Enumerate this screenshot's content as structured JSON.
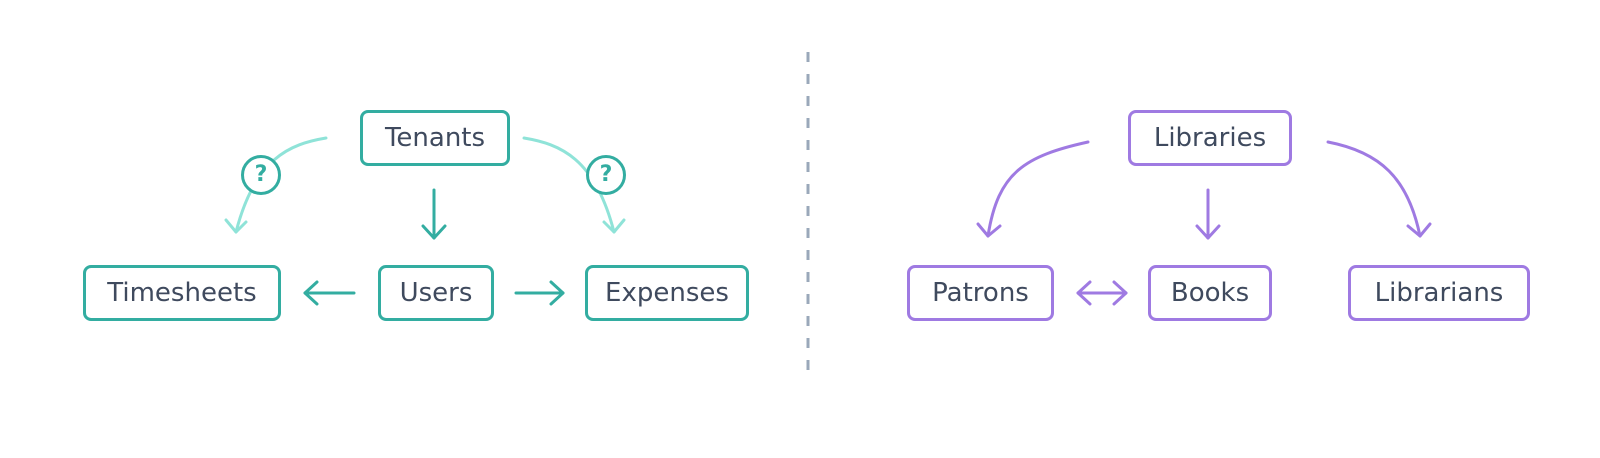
{
  "left_group": {
    "tenants": "Tenants",
    "timesheets": "Timesheets",
    "users": "Users",
    "expenses": "Expenses",
    "uncertain_left": "?",
    "uncertain_right": "?"
  },
  "right_group": {
    "libraries": "Libraries",
    "patrons": "Patrons",
    "books": "Books",
    "librarians": "Librarians"
  },
  "colors": {
    "teal": "#33ada1",
    "teal_light": "#8fe3d8",
    "purple": "#9f7ae2",
    "divider": "#9aa8ba",
    "text": "#3f4a5e"
  }
}
